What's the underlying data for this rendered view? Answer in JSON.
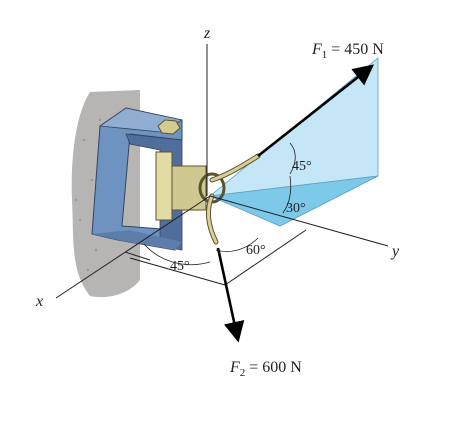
{
  "axes": {
    "x": "x",
    "y": "y",
    "z": "z"
  },
  "forces": {
    "f1": {
      "symbol": "F",
      "subscript": "1",
      "value": " = 450 N"
    },
    "f2": {
      "symbol": "F",
      "subscript": "2",
      "value": " = 600 N"
    }
  },
  "angles": {
    "a45_upper": "45°",
    "a30": "30°",
    "a60": "60°",
    "a45_lower": "45°"
  },
  "colors": {
    "plane_blue": "#c4e6f7",
    "plane_dark": "#7cc9ea",
    "bracket_blue": "#6f93c0",
    "bracket_dark": "#4f6e9b",
    "wall": "#b7b5b4",
    "fitting": "#cfc991",
    "rope": "#d8cf9a"
  }
}
